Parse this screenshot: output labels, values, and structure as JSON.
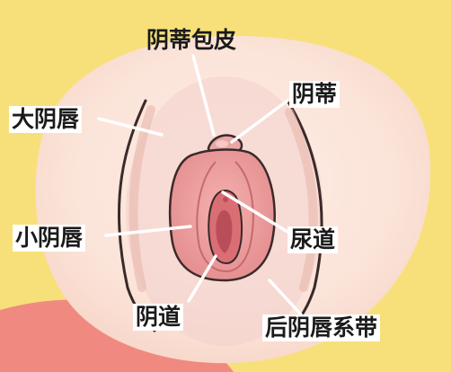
{
  "diagram": {
    "labels": {
      "clitoral_hood": "阴蒂包皮",
      "clitoris": "阴蒂",
      "labia_majora": "大阴唇",
      "labia_minora": "小阴唇",
      "urethra": "尿道",
      "vagina": "阴道",
      "posterior_fourchette": "后阴唇系带"
    },
    "colors": {
      "background": "#f7e07a",
      "skin": "#fbe3d8",
      "skin_center": "#fdeee6",
      "pink_region": "#f2d0cc",
      "tissue": "#e99a9a",
      "inner_tissue": "#d96f74",
      "corner_shape": "#f08a80",
      "outline": "#3a2a2a"
    }
  }
}
